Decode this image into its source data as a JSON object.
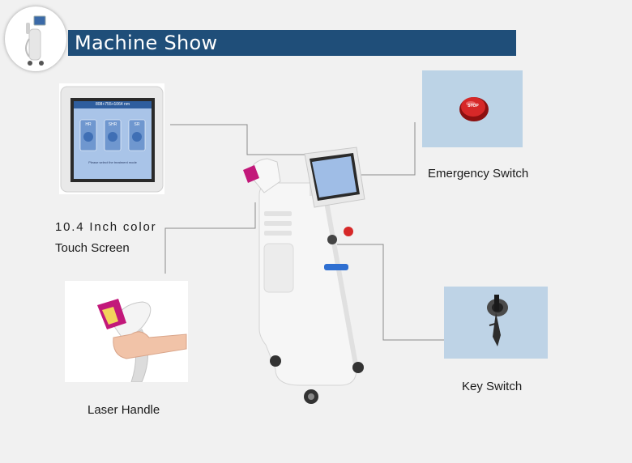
{
  "header": {
    "title": "Machine Show"
  },
  "screen_ui": {
    "wavelength": "808+755+1064 nm",
    "modes": [
      "HR",
      "SHR",
      "SR"
    ],
    "prompt": "Please select the treatment mode"
  },
  "emergency_button": {
    "text": "STOP"
  },
  "callouts": {
    "screen_line1": "10.4 Inch color",
    "screen_line2": "Touch Screen",
    "emergency": "Emergency Switch",
    "key": "Key Switch",
    "handle": "Laser Handle"
  },
  "colors": {
    "banner": "#1f4e79",
    "background": "#f1f1f1",
    "handle_accent": "#c2187a",
    "stop_button": "#d62828",
    "screen_blue": "#2f5e9e"
  }
}
